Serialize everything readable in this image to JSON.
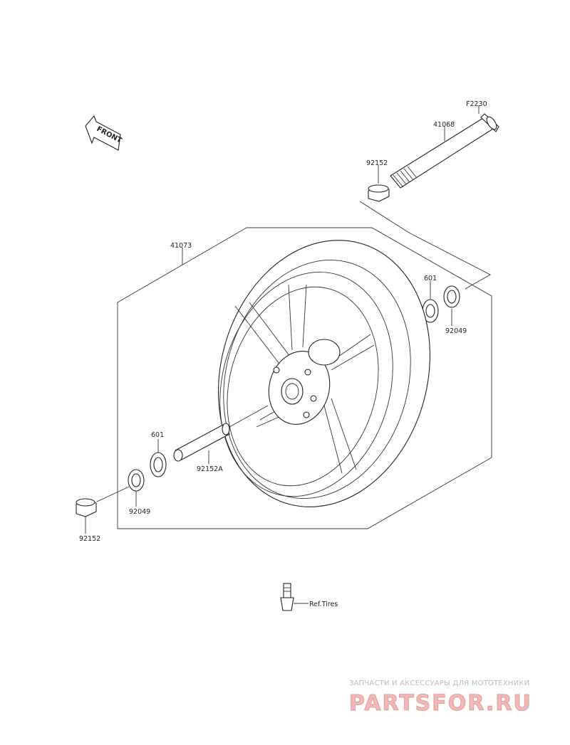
{
  "diagram": {
    "front_label": "FRONT",
    "labels": {
      "f2230": "F2230",
      "p41068": "41068",
      "p92152_top": "92152",
      "p41073": "41073",
      "p601_right": "601",
      "p92049_right": "92049",
      "p601_left": "601",
      "p92152a": "92152A",
      "p92049_left": "92049",
      "p92152_bottom": "92152",
      "ref_tires": "Ref.Tires"
    }
  },
  "watermark": {
    "tagline": "ЗАПЧАСТИ И АКСЕССУАРЫ ДЛЯ МОТОТЕХНИКИ",
    "logo": "PARTSFOR.RU"
  }
}
